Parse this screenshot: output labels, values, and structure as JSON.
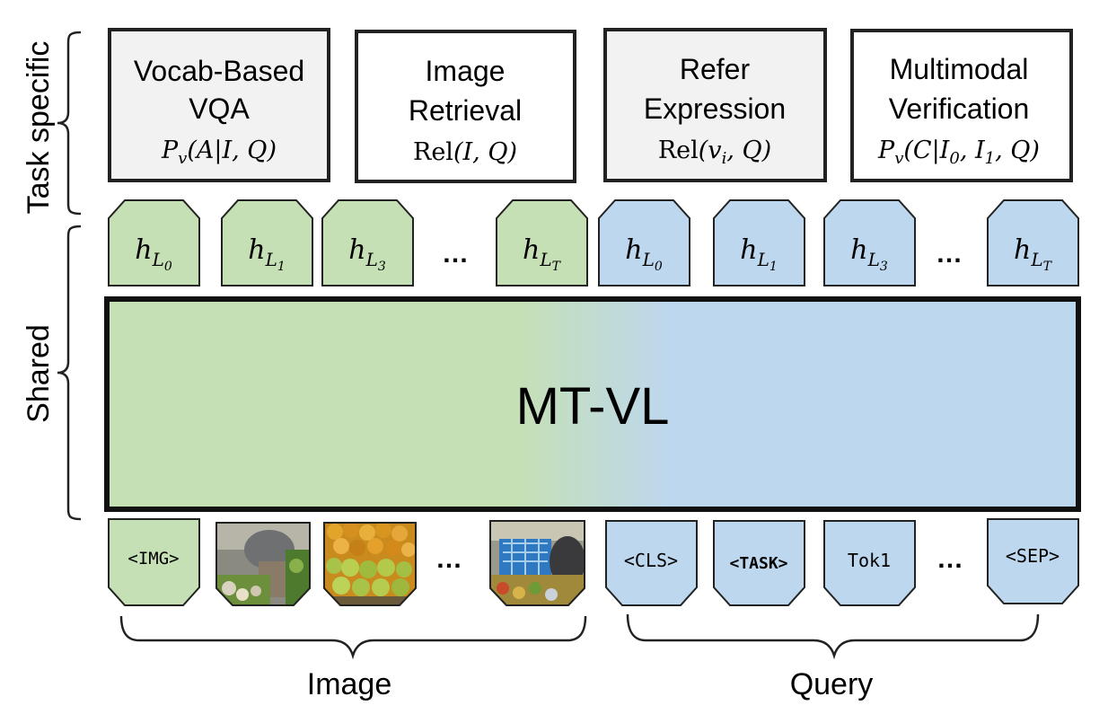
{
  "side_labels": {
    "task_specific": "Task specific",
    "shared": "Shared"
  },
  "task_heads": [
    {
      "lines": [
        "Vocab-Based",
        "VQA"
      ],
      "formula": "P_v(A|I,Q)",
      "shaded": true
    },
    {
      "lines": [
        "Image",
        "Retrieval"
      ],
      "formula": "Rel(I,Q)",
      "shaded": false
    },
    {
      "lines": [
        "Refer",
        "Expression"
      ],
      "formula": "Rel(v_i,Q)",
      "shaded": true
    },
    {
      "lines": [
        "Multimodal",
        "Verification"
      ],
      "formula": "P_v(C|I_0,I_1,Q)",
      "shaded": false
    }
  ],
  "hidden_states": {
    "image": [
      "h_{L_0}",
      "h_{L_1}",
      "h_{L_3}",
      "…",
      "h_{L_T}"
    ],
    "query": [
      "h_{L_0}",
      "h_{L_1}",
      "h_{L_3}",
      "…",
      "h_{L_T}"
    ]
  },
  "backbone": {
    "label": "MT-VL"
  },
  "input_tokens": {
    "image": [
      "<IMG>",
      "market-photo-1",
      "market-photo-2",
      "…",
      "market-photo-3"
    ],
    "query": [
      "<CLS>",
      "<TASK>",
      "Tok1",
      "…",
      "<SEP>"
    ]
  },
  "bottom_labels": {
    "image": "Image",
    "query": "Query"
  },
  "colors": {
    "green_fill": "#c5e0b4",
    "blue_fill": "#bdd7ee",
    "gray_fill": "#f2f2f2",
    "stroke": "#222222"
  }
}
